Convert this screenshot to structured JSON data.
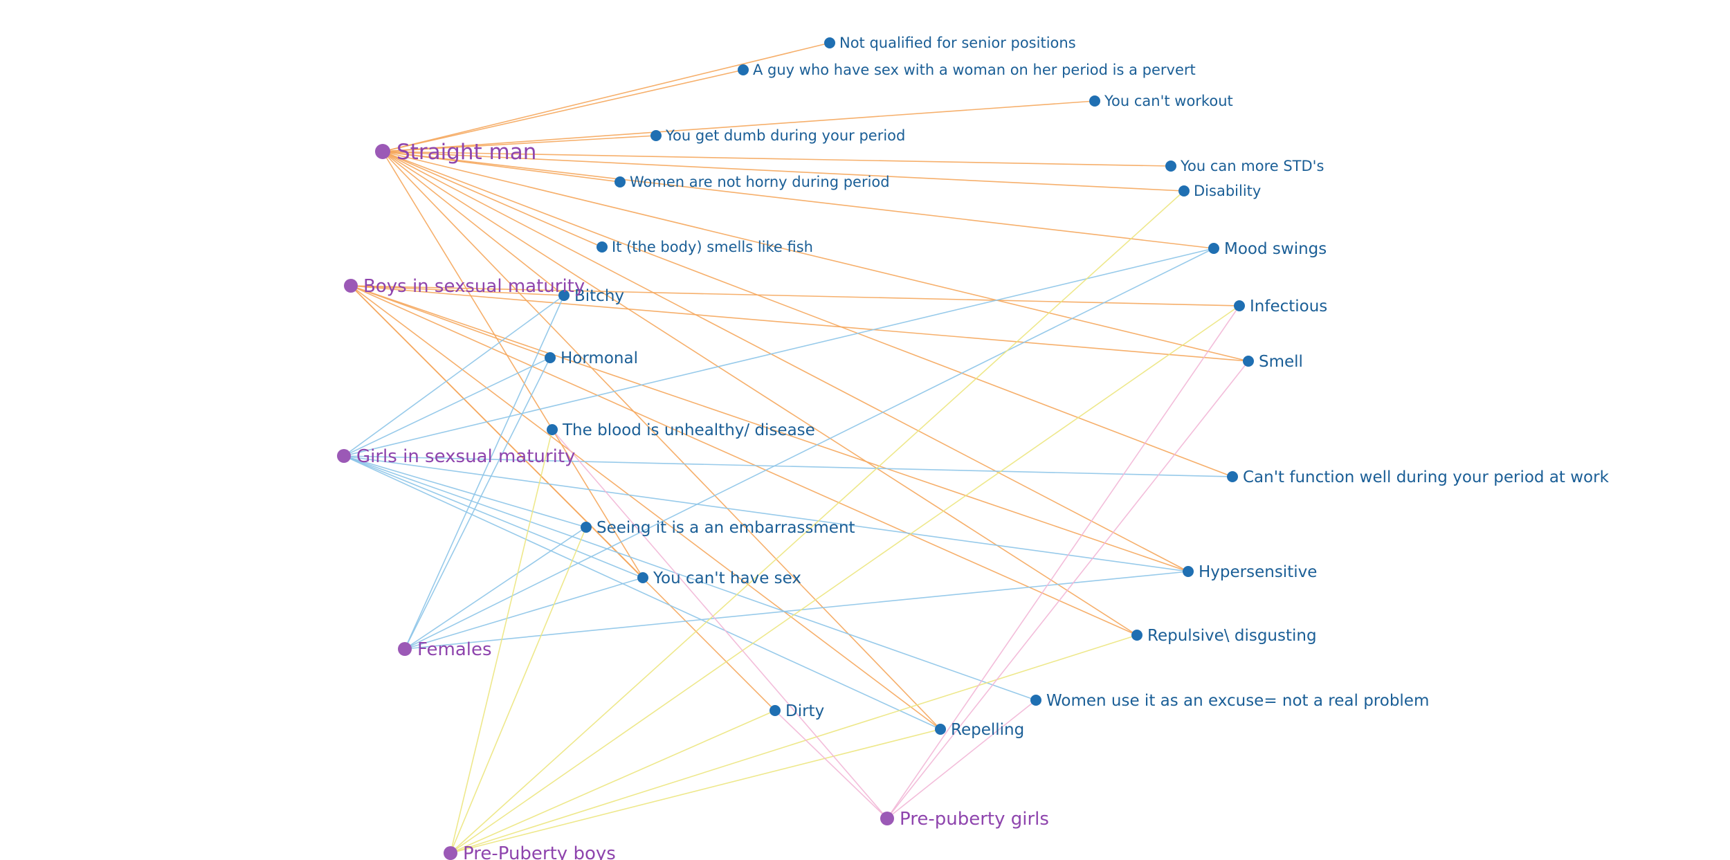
{
  "colors": {
    "group_node": "#9b59b6",
    "group_label": "#8e44ad",
    "term_node": "#1f6fb2",
    "term_label": "#1a5e96"
  },
  "groups": [
    {
      "id": "straight_man",
      "label": "Straight man",
      "color": "#f5a65b"
    },
    {
      "id": "boys_maturity",
      "label": "Boys in sexsual maturity",
      "color": "#f5a65b"
    },
    {
      "id": "girls_maturity",
      "label": "Girls in sexsual maturity",
      "color": "#8cc4e8"
    },
    {
      "id": "females",
      "label": "Females",
      "color": "#8cc4e8"
    },
    {
      "id": "pre_puberty_boys",
      "label": "Pre-Puberty boys",
      "color": "#ece57e"
    },
    {
      "id": "pre_puberty_girls",
      "label": "Pre-puberty girls",
      "color": "#f2b6d6"
    }
  ],
  "terms": [
    {
      "id": "senior",
      "label": "Not qualified for senior positions"
    },
    {
      "id": "pervert",
      "label": "A guy who have sex with a woman on her period is a pervert"
    },
    {
      "id": "workout",
      "label": "You can't workout"
    },
    {
      "id": "dumb",
      "label": "You get dumb during your period"
    },
    {
      "id": "std",
      "label": "You can more STD's"
    },
    {
      "id": "horny",
      "label": "Women are not horny during period"
    },
    {
      "id": "disability",
      "label": "Disability"
    },
    {
      "id": "fish",
      "label": "It (the body) smells like fish"
    },
    {
      "id": "mood",
      "label": "Mood swings"
    },
    {
      "id": "bitchy",
      "label": "Bitchy"
    },
    {
      "id": "infectious",
      "label": "Infectious"
    },
    {
      "id": "smell",
      "label": "Smell"
    },
    {
      "id": "hormonal",
      "label": "Hormonal"
    },
    {
      "id": "blood",
      "label": "The blood is unhealthy/ disease"
    },
    {
      "id": "cantfunction",
      "label": "Can't function well during your period at work"
    },
    {
      "id": "embarrass",
      "label": "Seeing it is a an embarrassment"
    },
    {
      "id": "hypersensitive",
      "label": "Hypersensitive"
    },
    {
      "id": "nosex",
      "label": "You can't have sex"
    },
    {
      "id": "repulsive",
      "label": "Repulsive\\ disgusting"
    },
    {
      "id": "excuse",
      "label": "Women use it as an excuse= not a real problem"
    },
    {
      "id": "dirty",
      "label": "Dirty"
    },
    {
      "id": "repelling",
      "label": "Repelling"
    }
  ],
  "edges": [
    [
      "straight_man",
      "senior"
    ],
    [
      "straight_man",
      "pervert"
    ],
    [
      "straight_man",
      "workout"
    ],
    [
      "straight_man",
      "dumb"
    ],
    [
      "straight_man",
      "std"
    ],
    [
      "straight_man",
      "horny"
    ],
    [
      "straight_man",
      "disability"
    ],
    [
      "straight_man",
      "fish"
    ],
    [
      "straight_man",
      "mood"
    ],
    [
      "straight_man",
      "smell"
    ],
    [
      "straight_man",
      "cantfunction"
    ],
    [
      "straight_man",
      "hypersensitive"
    ],
    [
      "straight_man",
      "repulsive"
    ],
    [
      "straight_man",
      "repelling"
    ],
    [
      "straight_man",
      "nosex"
    ],
    [
      "straight_man",
      "bitchy"
    ],
    [
      "boys_maturity",
      "bitchy"
    ],
    [
      "boys_maturity",
      "infectious"
    ],
    [
      "boys_maturity",
      "smell"
    ],
    [
      "boys_maturity",
      "hormonal"
    ],
    [
      "boys_maturity",
      "hypersensitive"
    ],
    [
      "boys_maturity",
      "repulsive"
    ],
    [
      "boys_maturity",
      "nosex"
    ],
    [
      "boys_maturity",
      "dirty"
    ],
    [
      "boys_maturity",
      "repelling"
    ],
    [
      "girls_maturity",
      "mood"
    ],
    [
      "girls_maturity",
      "bitchy"
    ],
    [
      "girls_maturity",
      "hormonal"
    ],
    [
      "girls_maturity",
      "cantfunction"
    ],
    [
      "girls_maturity",
      "nosex"
    ],
    [
      "girls_maturity",
      "excuse"
    ],
    [
      "girls_maturity",
      "repelling"
    ],
    [
      "girls_maturity",
      "hypersensitive"
    ],
    [
      "girls_maturity",
      "embarrass"
    ],
    [
      "females",
      "bitchy"
    ],
    [
      "females",
      "hormonal"
    ],
    [
      "females",
      "mood"
    ],
    [
      "females",
      "hypersensitive"
    ],
    [
      "females",
      "embarrass"
    ],
    [
      "females",
      "nosex"
    ],
    [
      "pre_puberty_boys",
      "disability"
    ],
    [
      "pre_puberty_boys",
      "infectious"
    ],
    [
      "pre_puberty_boys",
      "repulsive"
    ],
    [
      "pre_puberty_boys",
      "dirty"
    ],
    [
      "pre_puberty_boys",
      "repelling"
    ],
    [
      "pre_puberty_boys",
      "embarrass"
    ],
    [
      "pre_puberty_boys",
      "blood"
    ],
    [
      "pre_puberty_girls",
      "infectious"
    ],
    [
      "pre_puberty_girls",
      "smell"
    ],
    [
      "pre_puberty_girls",
      "excuse"
    ],
    [
      "pre_puberty_girls",
      "blood"
    ],
    [
      "pre_puberty_girls",
      "dirty"
    ]
  ]
}
